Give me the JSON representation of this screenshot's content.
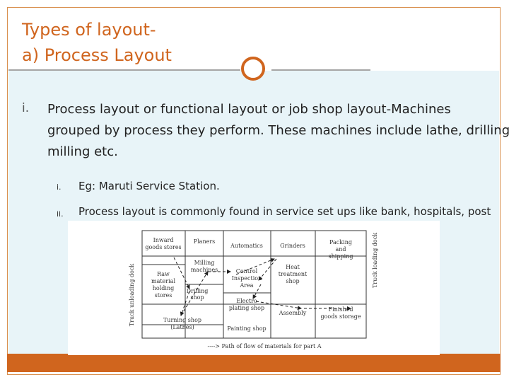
{
  "slide": {
    "title_line1": "Types of layout-",
    "title_line2": "a) Process Layout",
    "main_marker": "i.",
    "main_lines": [
      "Process layout or functional layout or job shop layout-Machines",
      "grouped by process they perform. These machines include lathe, drilling,",
      "milling etc."
    ],
    "sub_items": [
      {
        "marker": "i.",
        "text": "Eg: Maruti Service Station."
      },
      {
        "marker": "ii.",
        "text": "Process layout is commonly found in service set ups like bank, hospitals, post"
      }
    ],
    "colors": {
      "accent": "#d0651e",
      "content_bg": "#e8f4f8",
      "rule": "#a5a5a5"
    }
  },
  "diagram": {
    "left_label": "Truck unloading dock",
    "right_label": "Truck loading dock",
    "cells": {
      "inward": [
        "Inward",
        "goods stores"
      ],
      "planers": "Planers",
      "automatics": "Automatics",
      "grinders": "Grinders",
      "packing": [
        "Packing",
        "and",
        "shipping"
      ],
      "milling": [
        "Milling",
        "machines"
      ],
      "control": [
        "Control",
        "Inspection",
        "Area"
      ],
      "heat": [
        "Heat",
        "treatment",
        "shop"
      ],
      "raw": [
        "Raw",
        "material",
        "holding",
        "stores"
      ],
      "drilling": [
        "Drilling",
        "shop"
      ],
      "electro": [
        "Electro",
        "plating shop"
      ],
      "assembly": "Assembly",
      "finished": [
        "Finished",
        "goods storage"
      ],
      "turning": [
        "Turning shop",
        "(Lathes)"
      ],
      "painting": "Painting shop"
    },
    "legend": "----> Path of flow of materials for part A"
  }
}
